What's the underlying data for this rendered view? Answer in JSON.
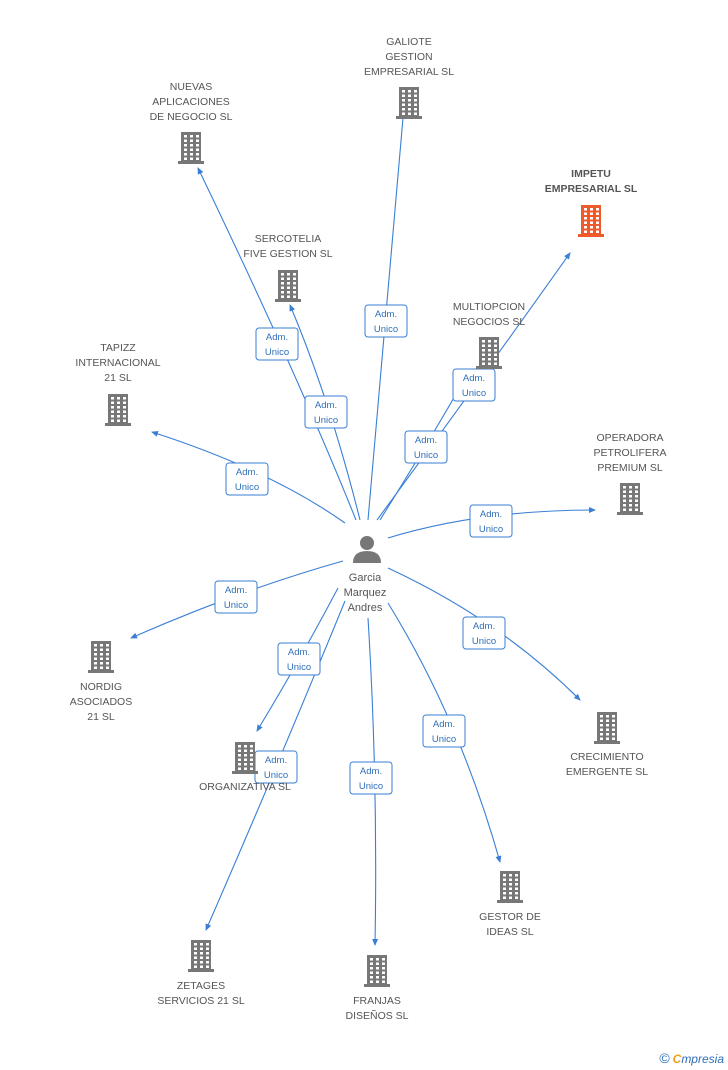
{
  "center": {
    "name": "Garcia Marquez Andres",
    "lines": [
      "Garcia",
      "Marquez",
      "Andres"
    ]
  },
  "colors": {
    "edge": "#3a7fd6",
    "building": "#777777",
    "building_highlight": "#f05a2a",
    "text": "#555555"
  },
  "edge_label": [
    "Adm.",
    "Unico"
  ],
  "nodes": [
    {
      "id": "galiote",
      "lines": [
        "GALIOTE",
        "GESTION",
        "EMPRESARIAL SL"
      ],
      "highlight": false
    },
    {
      "id": "nuevas",
      "lines": [
        "NUEVAS",
        "APLICACIONES",
        "DE NEGOCIO SL"
      ],
      "highlight": false
    },
    {
      "id": "impetu",
      "lines": [
        "IMPETU",
        "EMPRESARIAL SL"
      ],
      "highlight": true
    },
    {
      "id": "sercotelia",
      "lines": [
        "SERCOTELIA",
        "FIVE GESTION SL"
      ],
      "highlight": false
    },
    {
      "id": "multiopcion",
      "lines": [
        "MULTIOPCION",
        "NEGOCIOS SL"
      ],
      "highlight": false
    },
    {
      "id": "tapizz",
      "lines": [
        "TAPIZZ",
        "INTERNACIONAL",
        "21 SL"
      ],
      "highlight": false
    },
    {
      "id": "operadora",
      "lines": [
        "OPERADORA",
        "PETROLIFERA",
        "PREMIUM SL"
      ],
      "highlight": false
    },
    {
      "id": "nordig",
      "lines": [
        "NORDIG",
        "ASOCIADOS",
        "21 SL"
      ],
      "highlight": false
    },
    {
      "id": "crecimiento",
      "lines": [
        "CRECIMIENTO",
        "EMERGENTE SL"
      ],
      "highlight": false
    },
    {
      "id": "organizativa",
      "lines": [
        "ORGANIZATIVA SL"
      ],
      "highlight": false
    },
    {
      "id": "gestor",
      "lines": [
        "GESTOR DE",
        "IDEAS SL"
      ],
      "highlight": false
    },
    {
      "id": "zetages",
      "lines": [
        "ZETAGES",
        "SERVICIOS 21 SL"
      ],
      "highlight": false
    },
    {
      "id": "franjas",
      "lines": [
        "FRANJAS",
        "DISEÑOS SL"
      ],
      "highlight": false
    }
  ],
  "edges": [
    {
      "to": "galiote",
      "label": "Adm. Unico"
    },
    {
      "to": "nuevas",
      "label": "Adm. Unico"
    },
    {
      "to": "impetu",
      "label": "Adm. Unico"
    },
    {
      "to": "sercotelia",
      "label": "Adm. Unico"
    },
    {
      "to": "multiopcion",
      "label": "Adm. Unico"
    },
    {
      "to": "tapizz",
      "label": "Adm. Unico"
    },
    {
      "to": "operadora",
      "label": "Adm. Unico"
    },
    {
      "to": "nordig",
      "label": "Adm. Unico"
    },
    {
      "to": "crecimiento",
      "label": "Adm. Unico"
    },
    {
      "to": "organizativa",
      "label": "Adm. Unico"
    },
    {
      "to": "gestor",
      "label": "Adm. Unico"
    },
    {
      "to": "zetages",
      "label": "Adm. Unico"
    },
    {
      "to": "franjas",
      "label": "Adm. Unico"
    }
  ],
  "watermark": {
    "copyright": "©",
    "brand_first": "C",
    "brand_rest": "mpresia"
  }
}
